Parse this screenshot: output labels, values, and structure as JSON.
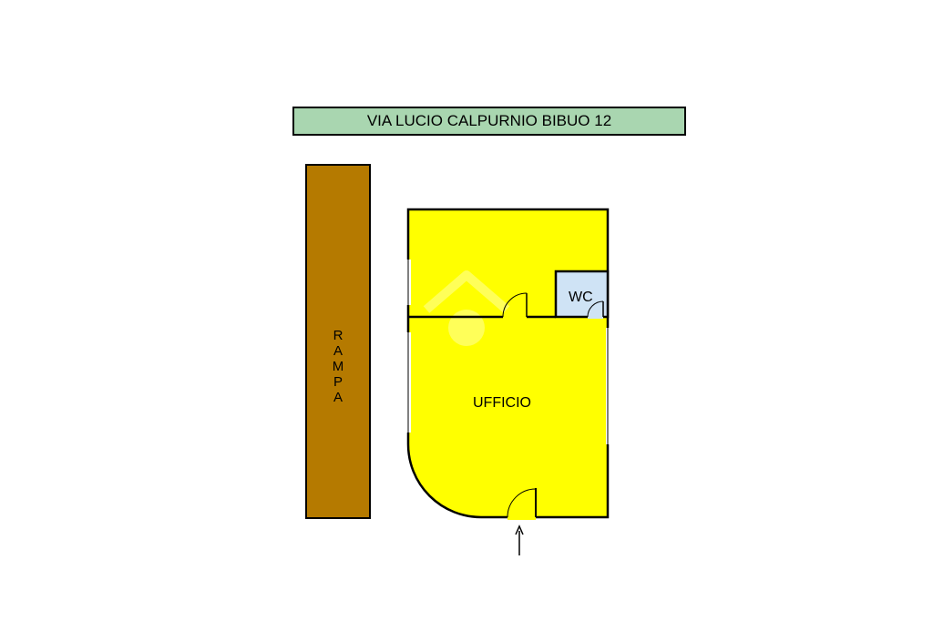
{
  "street": {
    "label": "VIA LUCIO CALPURNIO BIBUO 12"
  },
  "ramp": {
    "label": "R\nA\nM\nP\nA"
  },
  "rooms": {
    "office": {
      "label": "UFFICIO"
    },
    "wc": {
      "label": "WC"
    }
  },
  "icons": {
    "entrance": "entrance-arrow-icon",
    "watermark": "house-watermark-icon"
  },
  "colors": {
    "street_fill": "#a9d6b0",
    "ramp_fill": "#b57a00",
    "office_fill": "#ffff00",
    "wc_fill": "#cfe3f5",
    "walls": "#000000"
  }
}
